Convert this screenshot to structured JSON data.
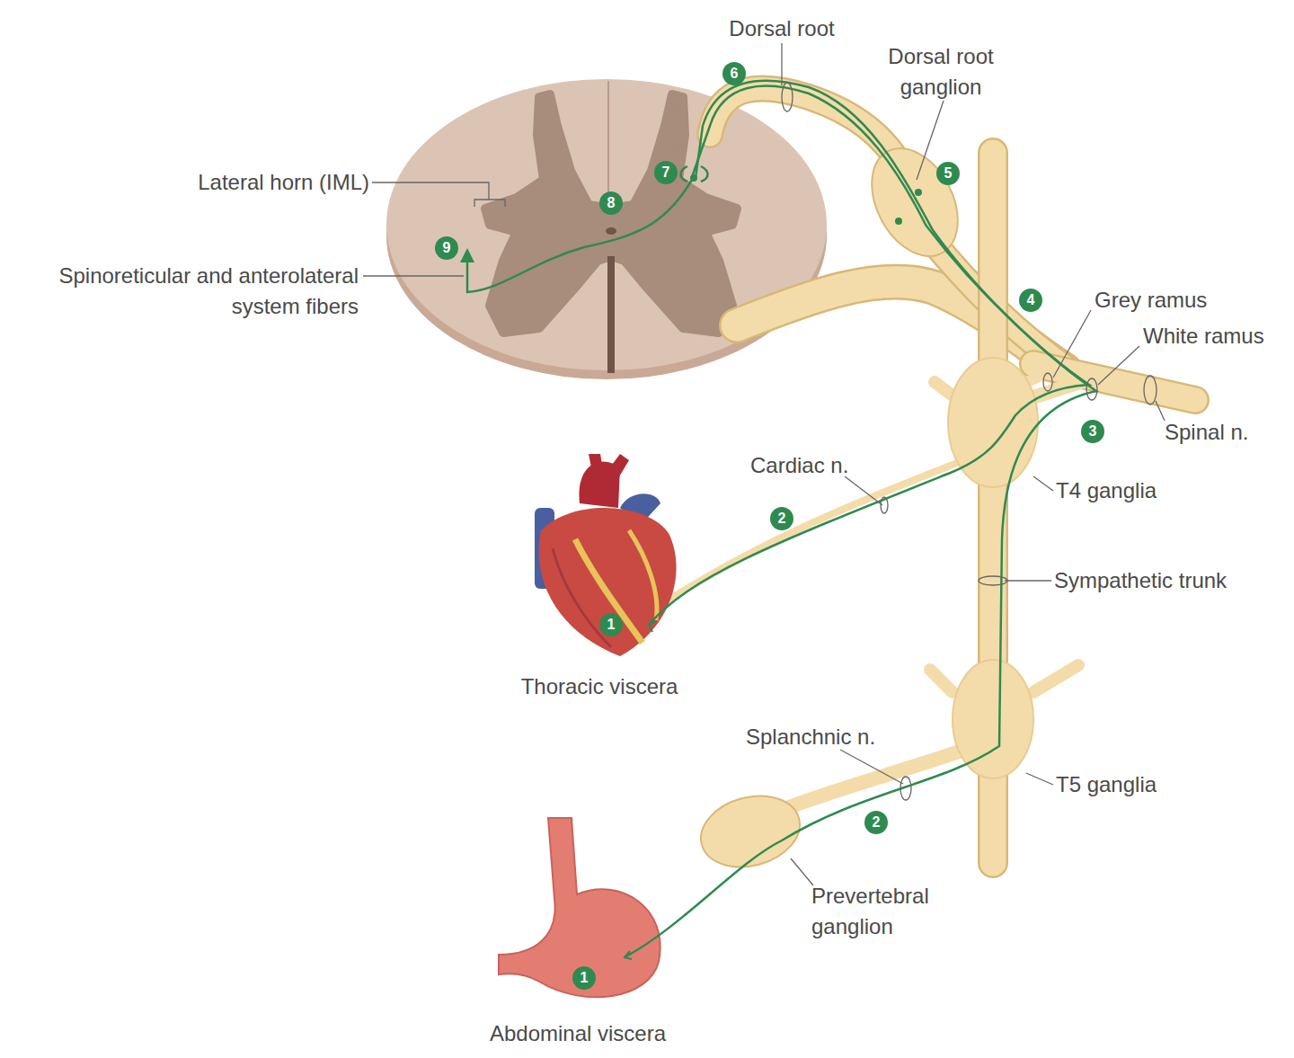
{
  "diagram": {
    "labels": [
      "Dorsal root",
      "6",
      "Dorsal root ganglion",
      "Lateral horn (IML)",
      "7",
      "5",
      "8",
      "Spinoreticular and anterolateral system fibers",
      "9",
      "4",
      "Grey ramus",
      "White ramus",
      "3",
      "Spinal n.",
      "Cardiac n.",
      "T4 ganglia",
      "2",
      "Sympathetic trunk",
      "1",
      "Thoracic viscera",
      "Splanchnic n.",
      "T5 ganglia",
      "2",
      "Prevertebral ganglion",
      "1",
      "Abdominal viscera"
    ]
  }
}
